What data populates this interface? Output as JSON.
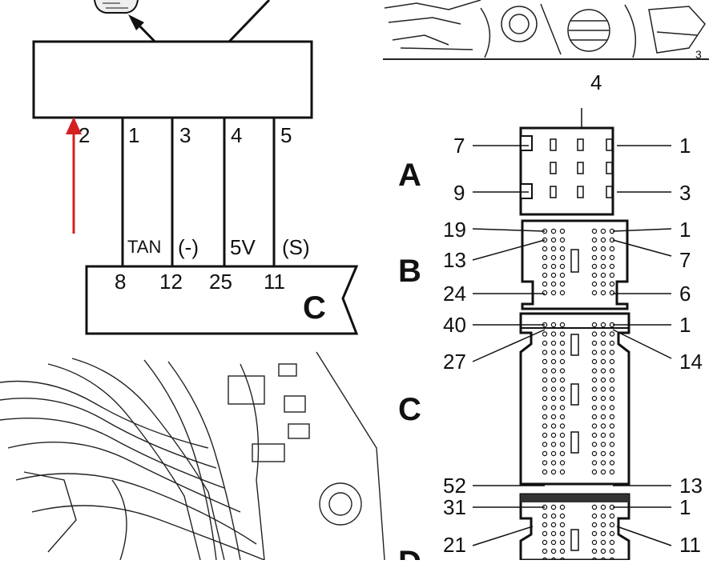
{
  "schematic": {
    "module_pins": [
      "2",
      "1",
      "3",
      "4",
      "5"
    ],
    "wire_labels": [
      "TAN",
      "(-)",
      "5V",
      "(S)"
    ],
    "connector_pins": [
      "8",
      "12",
      "25",
      "11"
    ],
    "connector_letter": "C"
  },
  "connector_view": {
    "A": {
      "letter": "A",
      "pins": [
        "4",
        "7",
        "1",
        "9",
        "3"
      ]
    },
    "B": {
      "letter": "B",
      "pins": [
        "19",
        "1",
        "13",
        "7",
        "24",
        "6"
      ]
    },
    "C": {
      "letter": "C",
      "pins": [
        "40",
        "1",
        "27",
        "14",
        "52",
        "13"
      ]
    },
    "D": {
      "letter": "D",
      "pins": [
        "31",
        "1",
        "21",
        "11"
      ]
    }
  },
  "photo_corner_label": "3",
  "colors": {
    "ink": "#111111",
    "arrow": "#d42020",
    "paper": "#ffffff"
  }
}
